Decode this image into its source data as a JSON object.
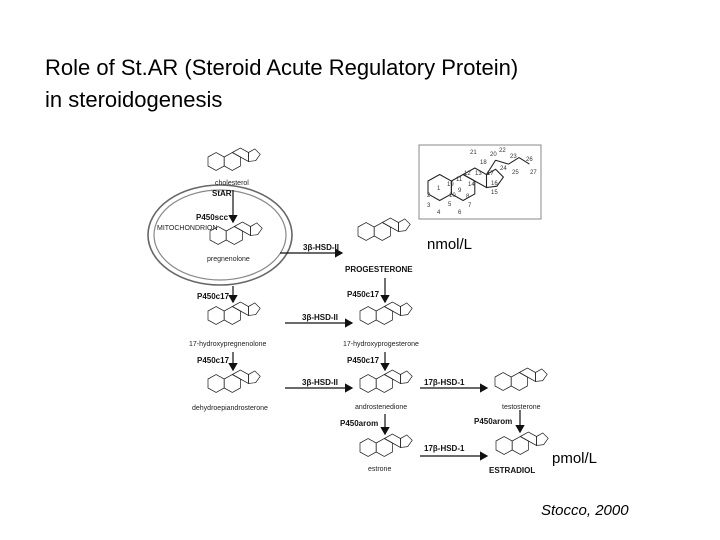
{
  "slide": {
    "title_line1": "Role of St.AR (Steroid Acute Regulatory Protein)",
    "title_line2": "in steroidogenesis",
    "credit": "Stocco, 2000"
  },
  "diagram": {
    "compounds": {
      "cholesterol": "cholesterol",
      "pregnenolone": "pregnenolone",
      "progesterone": "PROGESTERONE",
      "hydroxypregnenolone": "17-hydroxypregnenolone",
      "hydroxyprogesterone": "17-hydroxyprogesterone",
      "dhea": "dehydroepiandrosterone",
      "androstenedione": "androstenedione",
      "testosterone": "testosterone",
      "estrone": "estrone",
      "estradiol": "ESTRADIOL"
    },
    "enzymes": {
      "star": "StAR",
      "p450scc": "P450scc",
      "mitochondrion": "MITOCHONDRION",
      "hsd_1": "3β-HSD-II",
      "hsd_2": "3β-HSD-II",
      "hsd_3": "3β-HSD-II",
      "p450c17_a": "P450c17",
      "p450c17_b": "P450c17",
      "p450c17_c": "P450c17",
      "p450c17_d": "P450c17",
      "hsd17_a": "17β-HSD-1",
      "hsd17_b": "17β-HSD-1",
      "p450arom_a": "P450arom",
      "p450arom_b": "P450arom"
    },
    "concentrations": {
      "nmol": "nmol/L",
      "pmol": "pmol/L"
    },
    "atom_numbers": [
      "1",
      "2",
      "3",
      "4",
      "5",
      "6",
      "7",
      "8",
      "9",
      "10",
      "11",
      "12",
      "13",
      "14",
      "15",
      "16",
      "17",
      "18",
      "19",
      "20",
      "21",
      "22",
      "23",
      "24",
      "25",
      "26",
      "27"
    ]
  }
}
